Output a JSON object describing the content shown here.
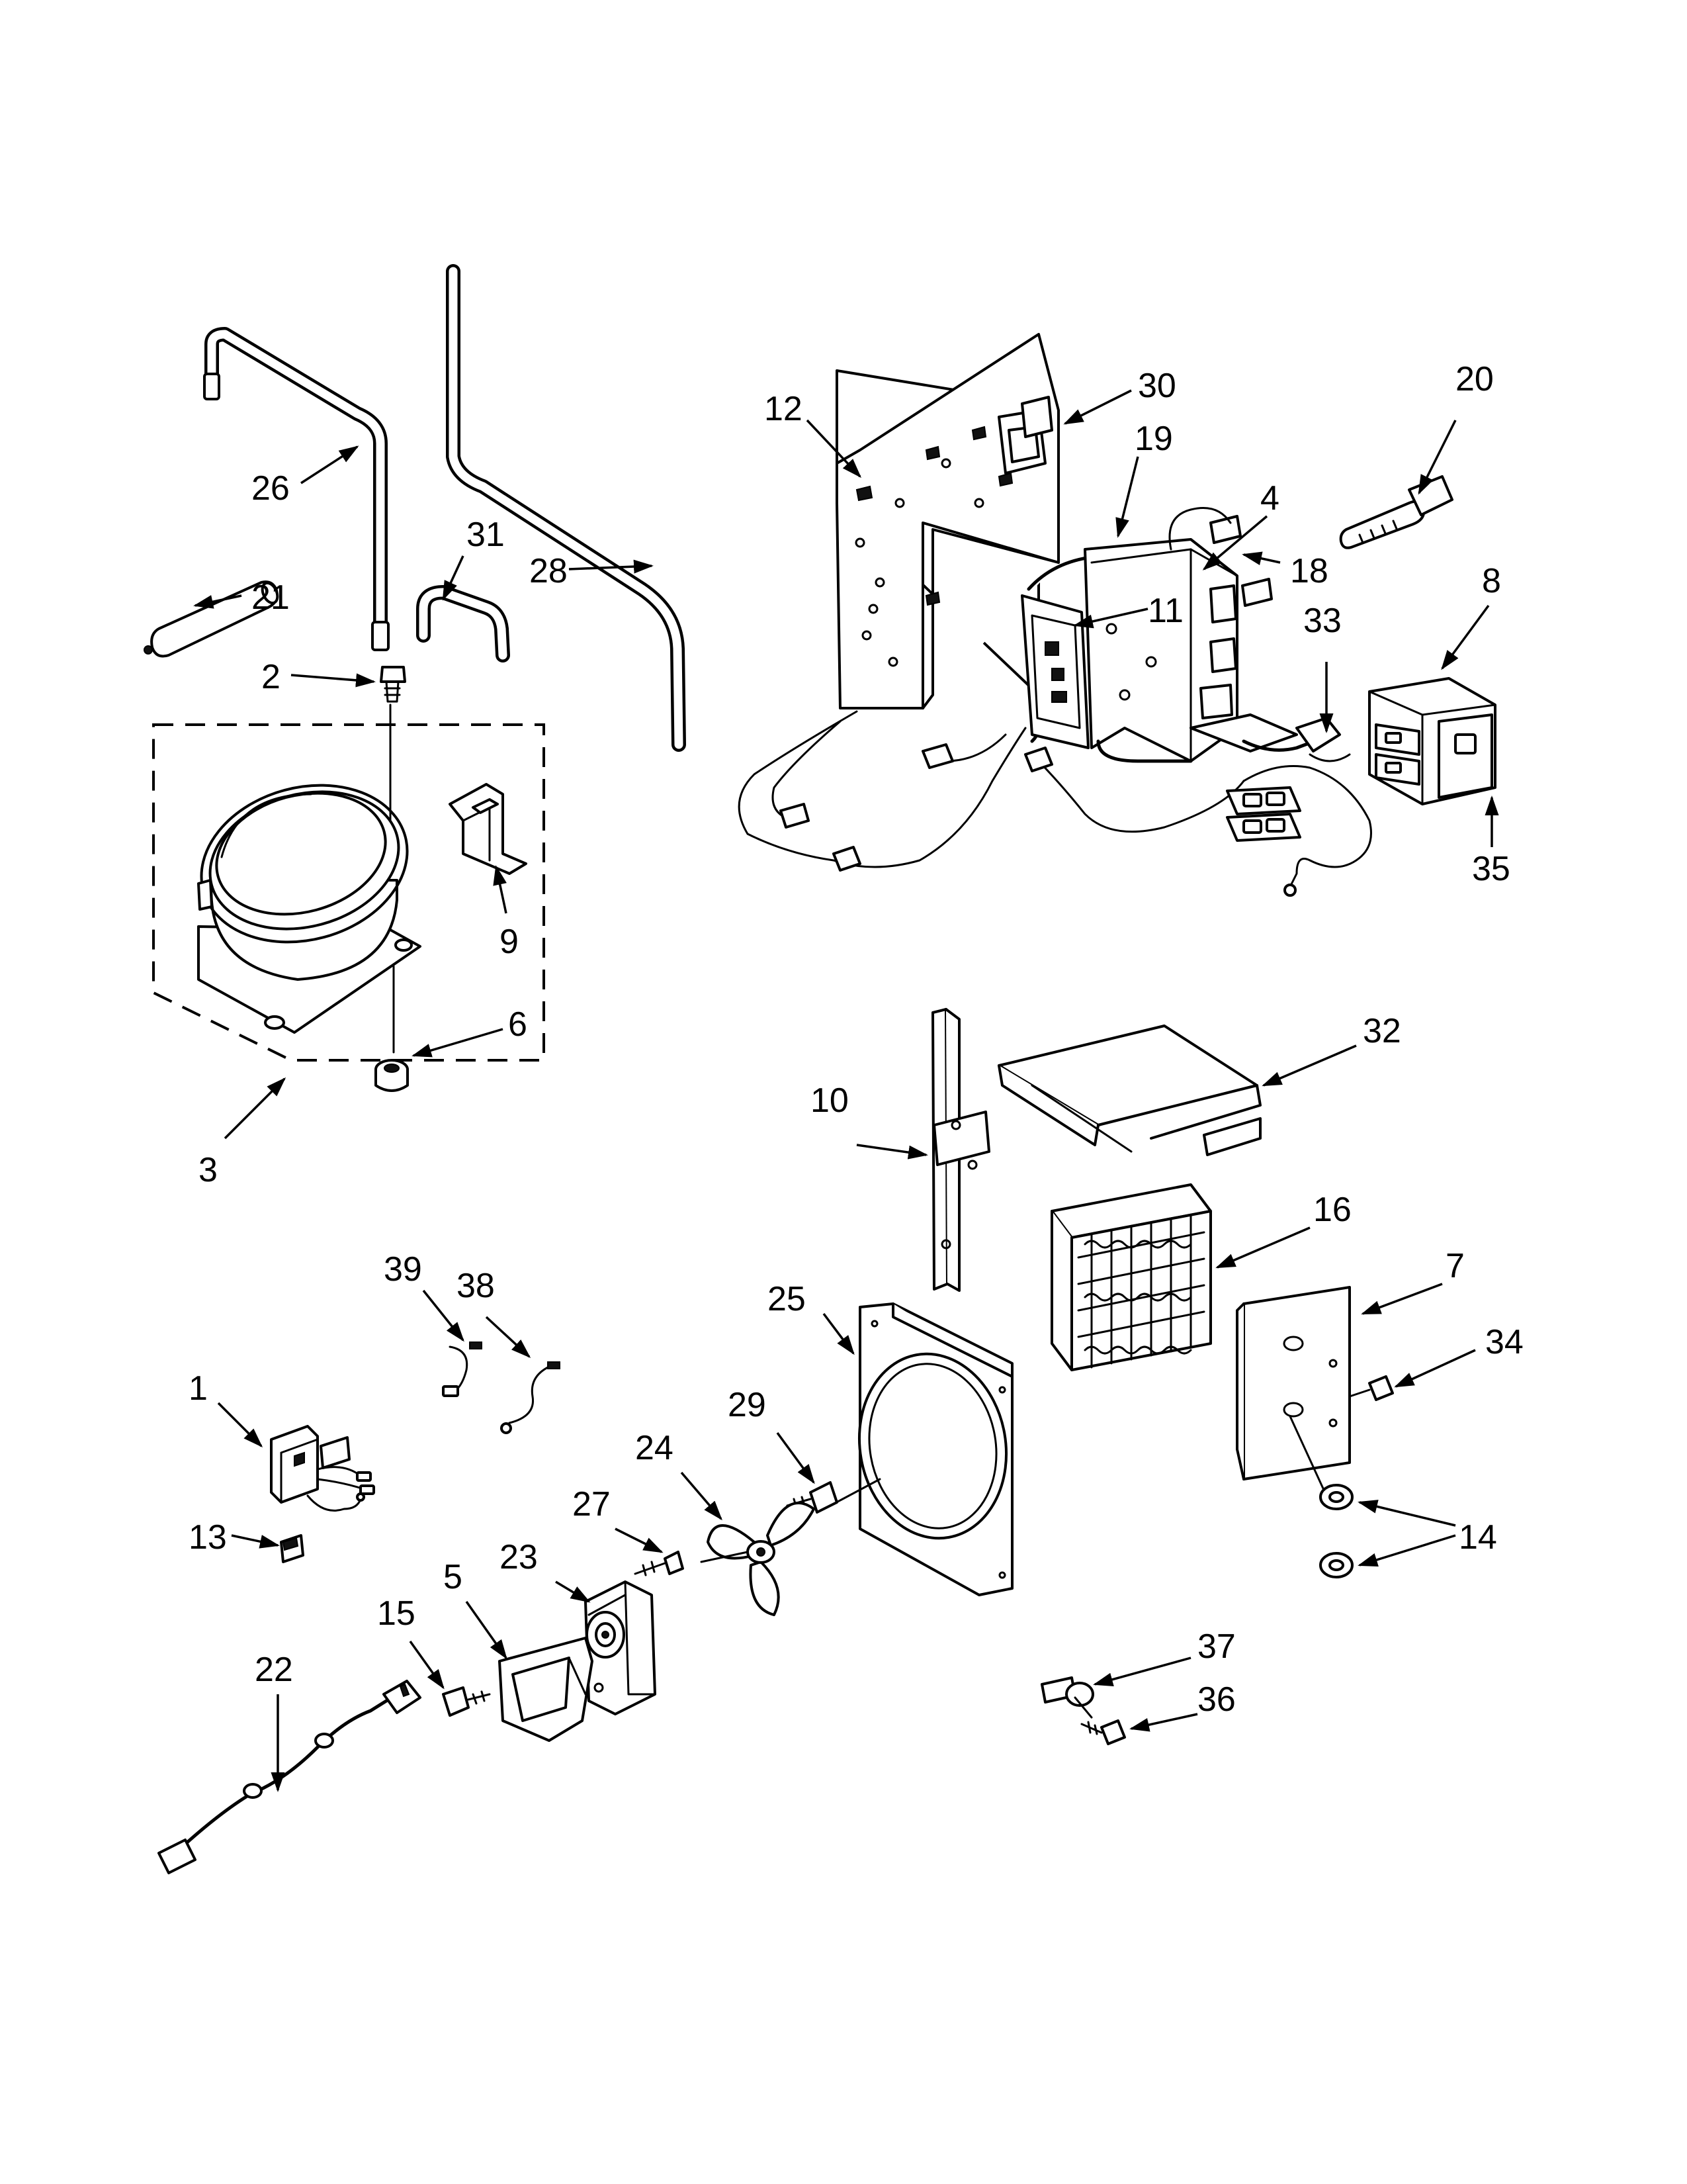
{
  "callouts": [
    {
      "id": "c1",
      "label": "1"
    },
    {
      "id": "c2",
      "label": "2"
    },
    {
      "id": "c3",
      "label": "3"
    },
    {
      "id": "c4",
      "label": "4"
    },
    {
      "id": "c5",
      "label": "5"
    },
    {
      "id": "c6",
      "label": "6"
    },
    {
      "id": "c7",
      "label": "7"
    },
    {
      "id": "c8",
      "label": "8"
    },
    {
      "id": "c9",
      "label": "9"
    },
    {
      "id": "c10",
      "label": "10"
    },
    {
      "id": "c11",
      "label": "11"
    },
    {
      "id": "c12",
      "label": "12"
    },
    {
      "id": "c13",
      "label": "13"
    },
    {
      "id": "c14",
      "label": "14"
    },
    {
      "id": "c15",
      "label": "15"
    },
    {
      "id": "c16",
      "label": "16"
    },
    {
      "id": "c18",
      "label": "18"
    },
    {
      "id": "c19",
      "label": "19"
    },
    {
      "id": "c20",
      "label": "20"
    },
    {
      "id": "c21",
      "label": "21"
    },
    {
      "id": "c22",
      "label": "22"
    },
    {
      "id": "c23",
      "label": "23"
    },
    {
      "id": "c24",
      "label": "24"
    },
    {
      "id": "c25",
      "label": "25"
    },
    {
      "id": "c26",
      "label": "26"
    },
    {
      "id": "c27",
      "label": "27"
    },
    {
      "id": "c28",
      "label": "28"
    },
    {
      "id": "c29",
      "label": "29"
    },
    {
      "id": "c30",
      "label": "30"
    },
    {
      "id": "c31",
      "label": "31"
    },
    {
      "id": "c32",
      "label": "32"
    },
    {
      "id": "c33",
      "label": "33"
    },
    {
      "id": "c34",
      "label": "34"
    },
    {
      "id": "c35",
      "label": "35"
    },
    {
      "id": "c36",
      "label": "36"
    },
    {
      "id": "c37",
      "label": "37"
    },
    {
      "id": "c38",
      "label": "38"
    },
    {
      "id": "c39",
      "label": "39"
    }
  ]
}
